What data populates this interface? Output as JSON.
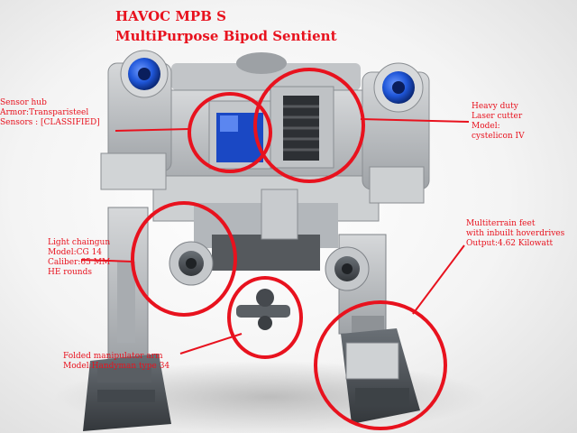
{
  "title": {
    "line1": "HAVOC MPB S",
    "line2": "MultiPurpose Bipod  Sentient"
  },
  "callouts": {
    "sensor_hub": [
      "Sensor hub",
      "Armor:Transparisteel",
      "Sensors : [CLASSIFIED]"
    ],
    "laser_cutter": [
      "Heavy duty",
      "Laser cutter",
      "Model:",
      "cystelicon IV"
    ],
    "chaingun": [
      "Light chaingun",
      "Model:CG 14",
      "Caliber:65 MM",
      "HE rounds"
    ],
    "manipulator": [
      "Folded manipulator arm",
      "Model:Handyman type 34"
    ],
    "feet": [
      "Multiterrain feet",
      "with inbuilt hoverdrives",
      "Output:4.62 Kilowatt"
    ]
  },
  "colors": {
    "annotation": "#e8121e",
    "lego_gray": "#b9bcbf",
    "lego_dark": "#4c5156",
    "lens_blue": "#1f56d8"
  }
}
